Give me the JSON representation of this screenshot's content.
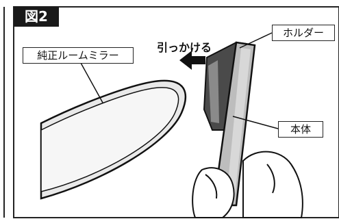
{
  "figure": {
    "tag": "図2"
  },
  "labels": {
    "stock_mirror": "純正ルームミラー",
    "holder": "ホルダー",
    "body": "本体",
    "action": "引っかける"
  }
}
